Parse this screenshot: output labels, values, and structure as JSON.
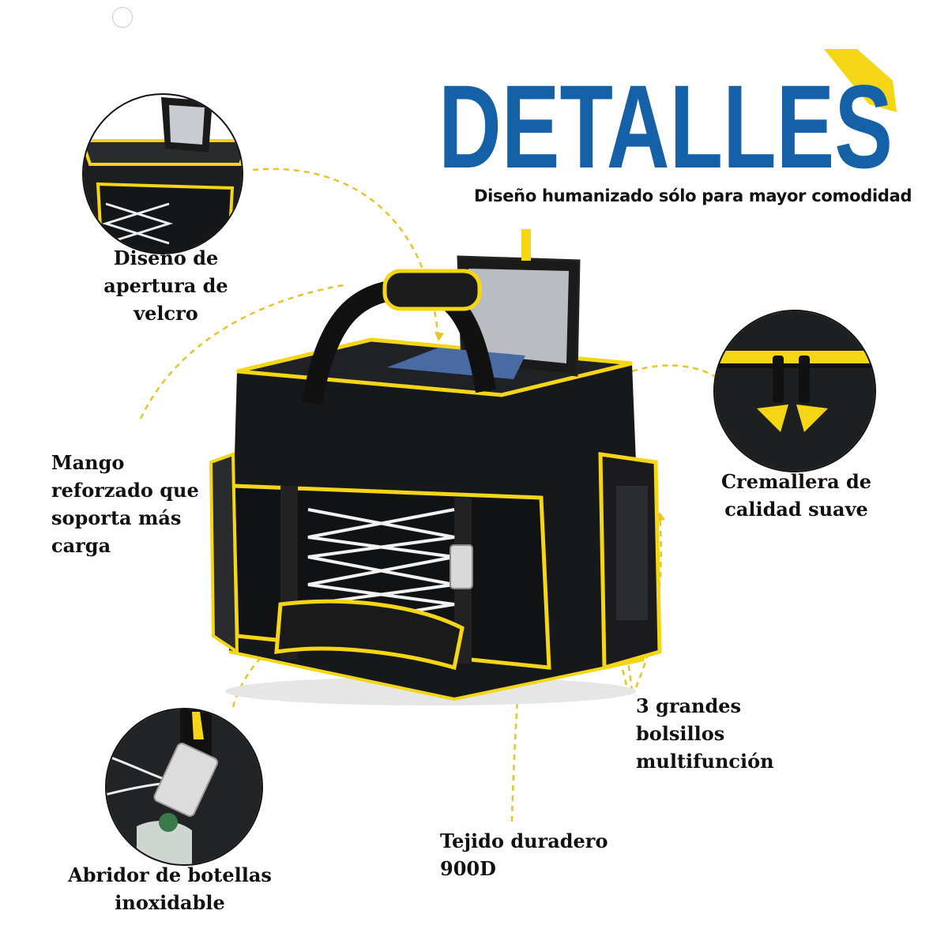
{
  "header": {
    "title": "DETALLES",
    "subtitle": "Diseño humanizado sólo para mayor comodidad"
  },
  "callouts": {
    "velcro": "Diseño de\napertura de\nvelcro",
    "handle": "Mango\nreforzado que\nsoporta más\ncarga",
    "zipper": "Cremallera de\ncalidad suave",
    "pockets": "3 grandes\nbolsillos\nmultifunción",
    "fabric": "Tejido duradero\n900D",
    "opener": "Abridor de botellas\ninoxidable"
  },
  "colors": {
    "title_blue": "#1561a8",
    "accent_yellow": "#f5d616",
    "bag_black": "#17181a",
    "dash_yellow": "#e8c42a"
  }
}
